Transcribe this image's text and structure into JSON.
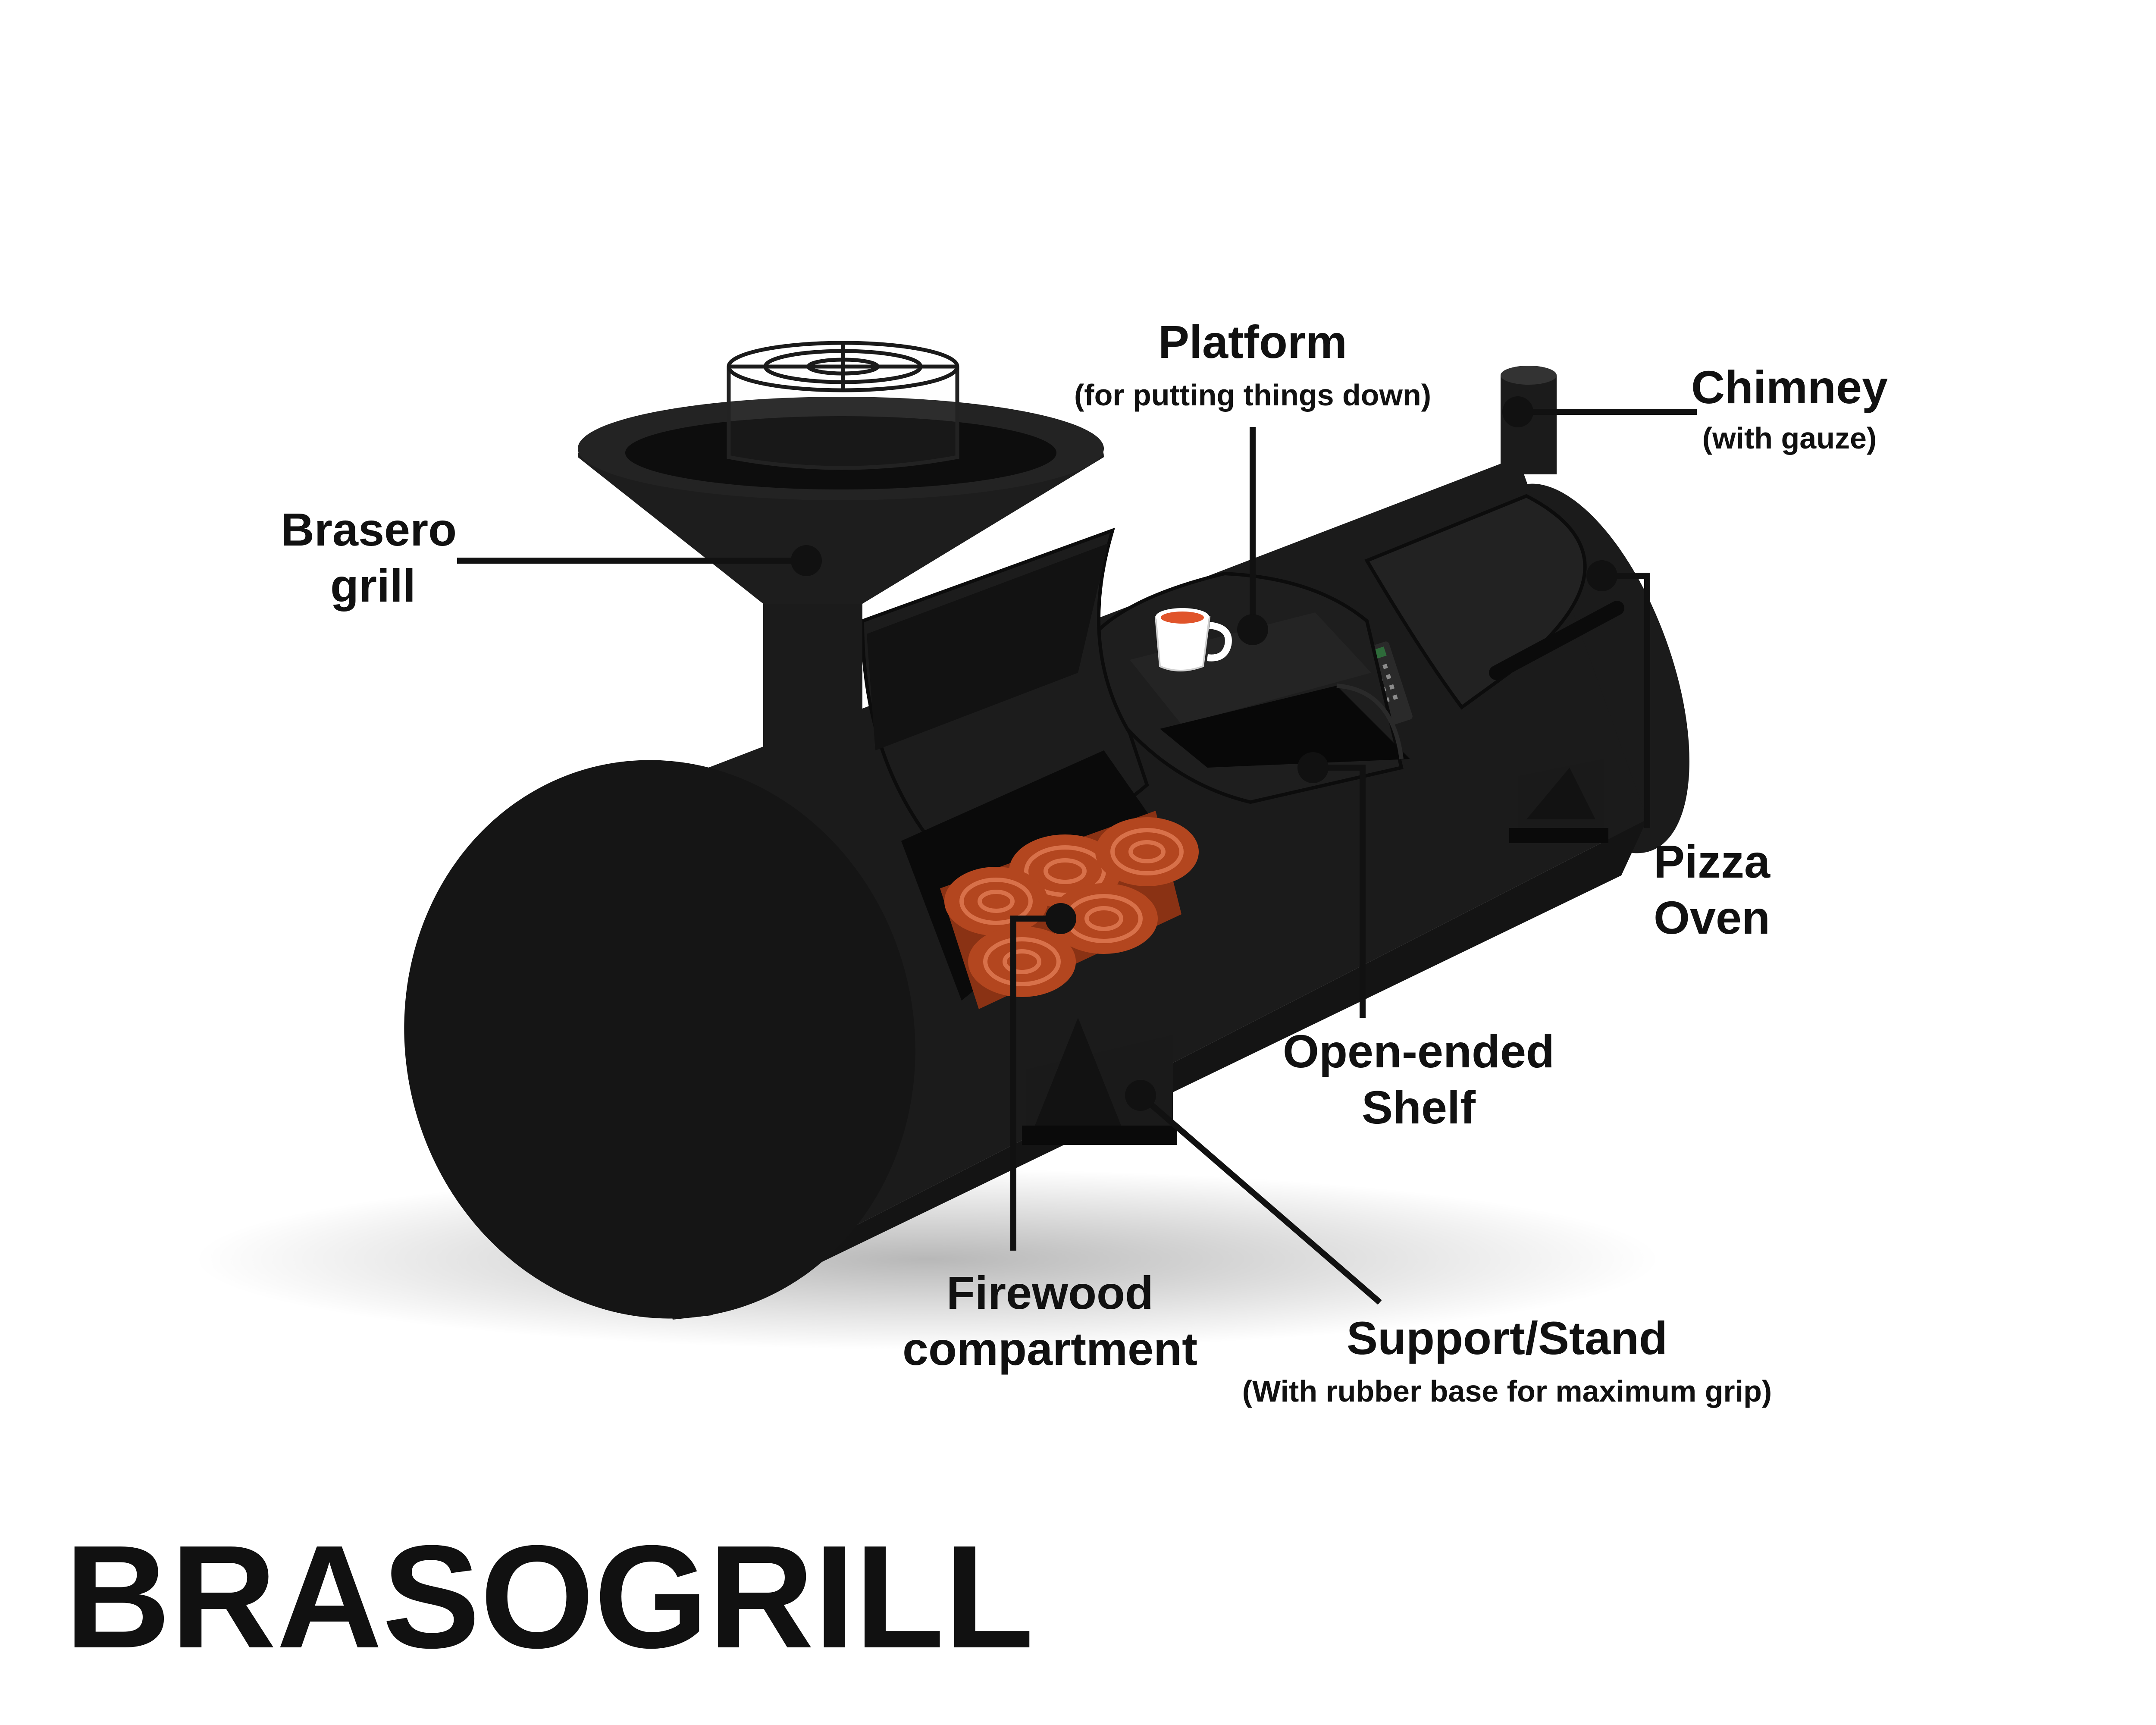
{
  "diagram": {
    "title": "BRASOGRILL",
    "colors": {
      "body": "#1b1b1b",
      "body_shadow": "#0b0b0b",
      "inner": "#0f0f0f",
      "wood": "#b3461f",
      "wood_ring": "#d8714a",
      "cup_liquid": "#e0542a",
      "leader": "#111111"
    },
    "labels": {
      "brasero": {
        "line1": "Brasero",
        "line2": "grill"
      },
      "platform": {
        "line1": "Platform",
        "sub": "(for putting things down)"
      },
      "chimney": {
        "line1": "Chimney",
        "sub": "(with gauze)"
      },
      "pizza": {
        "line1": "Pizza",
        "line2": "Oven"
      },
      "shelf": {
        "line1": "Open-ended",
        "line2": "Shelf"
      },
      "firewood": {
        "line1": "Firewood",
        "line2": "compartment"
      },
      "support": {
        "line1": "Support/Stand",
        "sub": "(With rubber base for maximum grip)"
      }
    },
    "icons": [
      "grill-grate-icon",
      "coffee-cup-icon",
      "control-panel-icon",
      "firewood-logs-icon"
    ]
  }
}
